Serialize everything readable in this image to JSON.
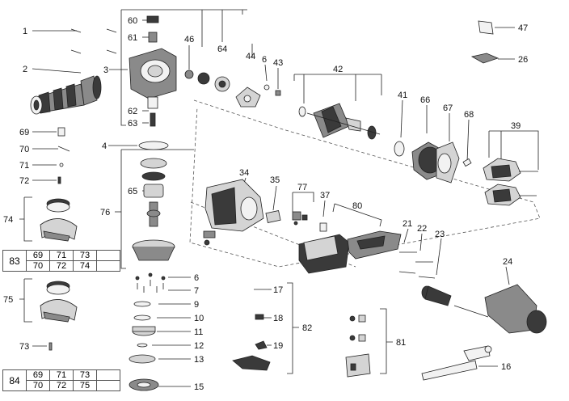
{
  "labels": {
    "l1": "1",
    "l2": "2",
    "l3": "3",
    "l4": "4",
    "l6": "6",
    "l7": "7",
    "l9": "9",
    "l10": "10",
    "l11": "11",
    "l12": "12",
    "l13": "13",
    "l15": "15",
    "l16": "16",
    "l17": "17",
    "l18": "18",
    "l19": "19",
    "l21": "21",
    "l22": "22",
    "l23": "23",
    "l24": "24",
    "l26": "26",
    "l34": "34",
    "l35": "35",
    "l37": "37",
    "l39": "39",
    "l41": "41",
    "l42": "42",
    "l43": "43",
    "l44": "44",
    "l46": "46",
    "l47": "47",
    "l60": "60",
    "l61": "61",
    "l62": "62",
    "l63": "63",
    "l64": "64",
    "l65": "65",
    "l66": "66",
    "l67": "67",
    "l68": "68",
    "l69": "69",
    "l70": "70",
    "l71": "71",
    "l72": "72",
    "l73": "73",
    "l74": "74",
    "l75": "75",
    "l76": "76",
    "l77": "77",
    "l80": "80",
    "l81": "81",
    "l82": "82",
    "l6b": "6"
  },
  "kit83": {
    "number": "83",
    "row1": [
      "69",
      "71",
      "73",
      ""
    ],
    "row2": [
      "70",
      "72",
      "74",
      ""
    ]
  },
  "kit84": {
    "number": "84",
    "row1": [
      "69",
      "71",
      "73",
      ""
    ],
    "row2": [
      "70",
      "72",
      "75",
      ""
    ]
  }
}
